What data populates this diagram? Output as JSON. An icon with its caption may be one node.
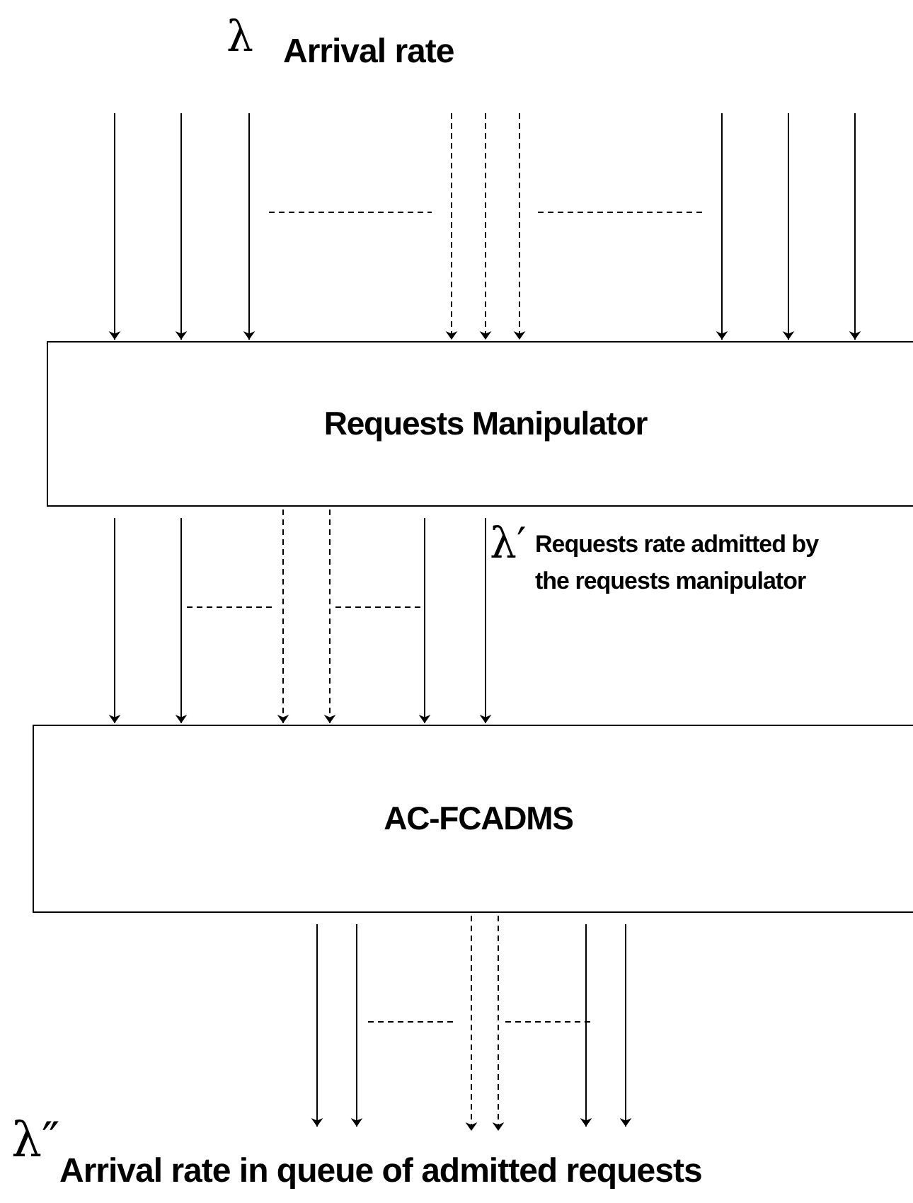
{
  "diagram": {
    "nodes": [
      {
        "text": [
          "Requests Manipulator"
        ]
      },
      {
        "text": [
          "AC-FCADMS"
        ]
      }
    ],
    "edges": [
      {
        "from": null,
        "to": 0,
        "arrow": "to"
      },
      {
        "from": null,
        "to": 0,
        "arrow": "to"
      },
      {
        "from": null,
        "to": 0,
        "arrow": "to"
      },
      {
        "from": null,
        "to": 0,
        "arrow": "to",
        "style": "dashed"
      },
      {
        "from": null,
        "to": 0,
        "arrow": "to",
        "style": "dashed"
      },
      {
        "from": null,
        "to": 0,
        "arrow": "to",
        "style": "dashed"
      },
      {
        "from": null,
        "to": 0,
        "arrow": "to"
      },
      {
        "from": null,
        "to": 0,
        "arrow": "to"
      },
      {
        "from": null,
        "to": 0,
        "arrow": "to"
      },
      {
        "from": 0,
        "to": 1,
        "arrow": "to"
      },
      {
        "from": 0,
        "to": 1,
        "arrow": "to"
      },
      {
        "from": 0,
        "to": 1,
        "arrow": "to",
        "style": "dashed"
      },
      {
        "from": 0,
        "to": 1,
        "arrow": "to",
        "style": "dashed"
      },
      {
        "from": 0,
        "to": 1,
        "arrow": "to"
      },
      {
        "from": 0,
        "to": 1,
        "arrow": "to"
      },
      {
        "from": 1,
        "to": null,
        "arrow": "to"
      },
      {
        "from": 1,
        "to": null,
        "arrow": "to"
      },
      {
        "from": 1,
        "to": null,
        "arrow": "to",
        "style": "dashed"
      },
      {
        "from": 1,
        "to": null,
        "arrow": "to",
        "style": "dashed"
      },
      {
        "from": 1,
        "to": null,
        "arrow": "to"
      },
      {
        "from": 1,
        "to": null,
        "arrow": "to"
      }
    ],
    "labels": [
      "λ",
      "Arrival rate",
      "λ′",
      "Requests rate admitted by the requests manipulator",
      "λ″",
      "Arrival rate in queue of admitted requests"
    ]
  }
}
